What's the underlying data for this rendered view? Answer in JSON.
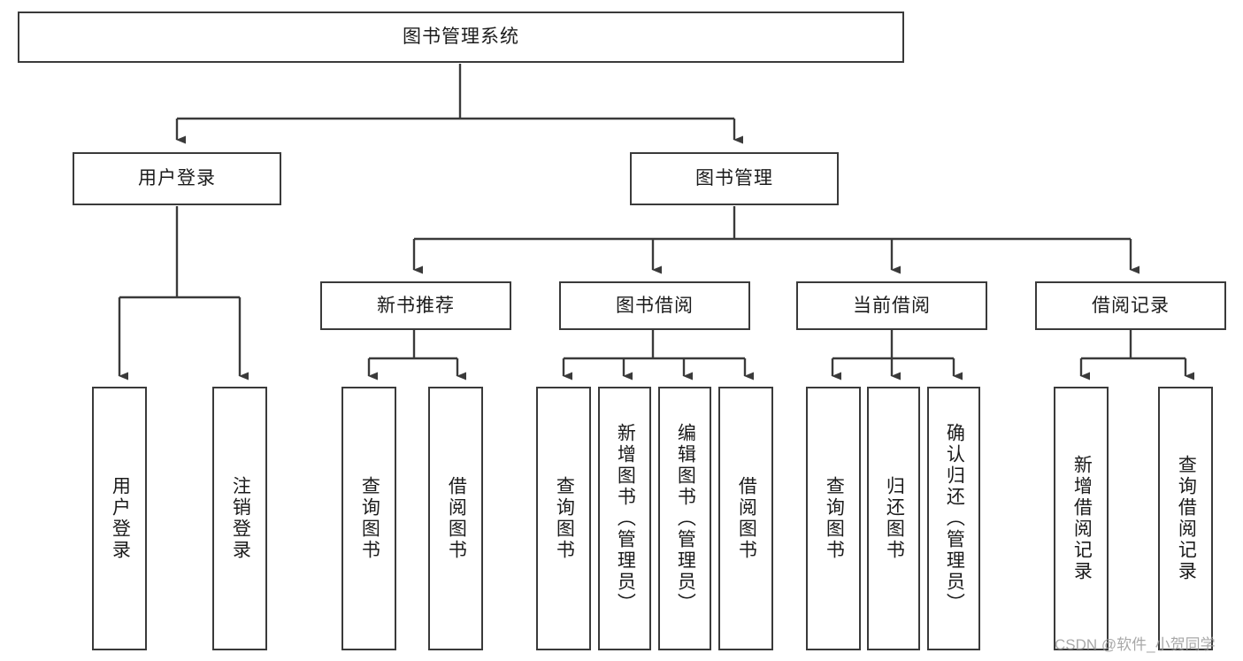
{
  "diagram": {
    "title": "图书管理系统",
    "type": "tree-hierarchy",
    "watermark": "CSDN @软件_小贺同学",
    "colors": {
      "stroke": "#3a3a3a",
      "fill": "#ffffff",
      "text": "#1b1b1b",
      "watermark": "#9a9a9a"
    },
    "root": {
      "label": "图书管理系统"
    },
    "level2": [
      {
        "label": "用户登录"
      },
      {
        "label": "图书管理"
      }
    ],
    "level3": [
      {
        "label": "新书推荐"
      },
      {
        "label": "图书借阅"
      },
      {
        "label": "当前借阅"
      },
      {
        "label": "借阅记录"
      }
    ],
    "leaves": {
      "user_login": [
        {
          "label": "用户登录"
        },
        {
          "label": "注销登录"
        }
      ],
      "new_book_recommend": [
        {
          "label": "查询图书"
        },
        {
          "label": "借阅图书"
        }
      ],
      "book_borrow": [
        {
          "label": "查询图书"
        },
        {
          "label": "新增图书（管理员）"
        },
        {
          "label": "编辑图书（管理员）"
        },
        {
          "label": "借阅图书"
        }
      ],
      "current_borrow": [
        {
          "label": "查询图书"
        },
        {
          "label": "归还图书"
        },
        {
          "label": "确认归还（管理员）"
        }
      ],
      "borrow_records": [
        {
          "label": "新增借阅记录"
        },
        {
          "label": "查询借阅记录"
        }
      ]
    }
  }
}
